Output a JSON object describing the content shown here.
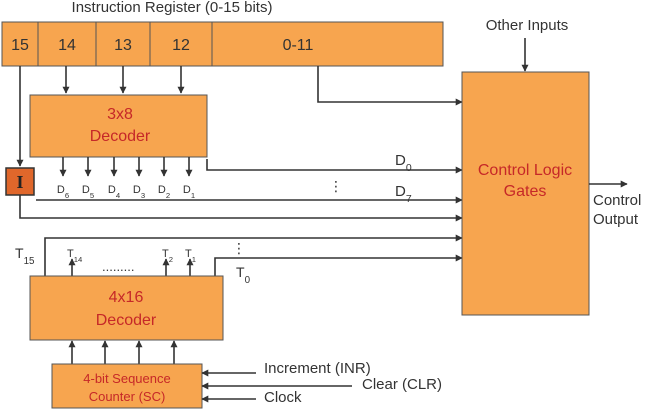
{
  "ir": {
    "title": "Instruction Register (0-15 bits)",
    "fields": [
      "15",
      "14",
      "13",
      "12",
      "0-11"
    ]
  },
  "decoder3x8": {
    "line1": "3x8",
    "line2": "Decoder"
  },
  "decoder_outputs": [
    "D6",
    "D5",
    "D4",
    "D3",
    "D2",
    "D1"
  ],
  "d0_label": "D0",
  "d7_label": "D7",
  "i_flipflop": "I",
  "control_logic": {
    "line1": "Control Logic",
    "line2": "Gates"
  },
  "other_inputs": "Other Inputs",
  "control_output": {
    "line1": "Control",
    "line2": "Output"
  },
  "decoder4x16": {
    "line1": "4x16",
    "line2": "Decoder"
  },
  "timing": {
    "t15": "T15",
    "t14": "T14",
    "t2": "T2",
    "t1": "T1",
    "t0": "T0",
    "ellipsis": "........."
  },
  "dots_vertical": "⋮",
  "sc": {
    "line1": "4-bit Sequence",
    "line2": "Counter (SC)"
  },
  "sc_inputs": [
    "Increment (INR)",
    "Clear (CLR)",
    "Clock"
  ],
  "colors": {
    "box": "#f7a54f",
    "text_red": "#c62828",
    "i_box": "#e0672b",
    "wire": "#333333"
  }
}
